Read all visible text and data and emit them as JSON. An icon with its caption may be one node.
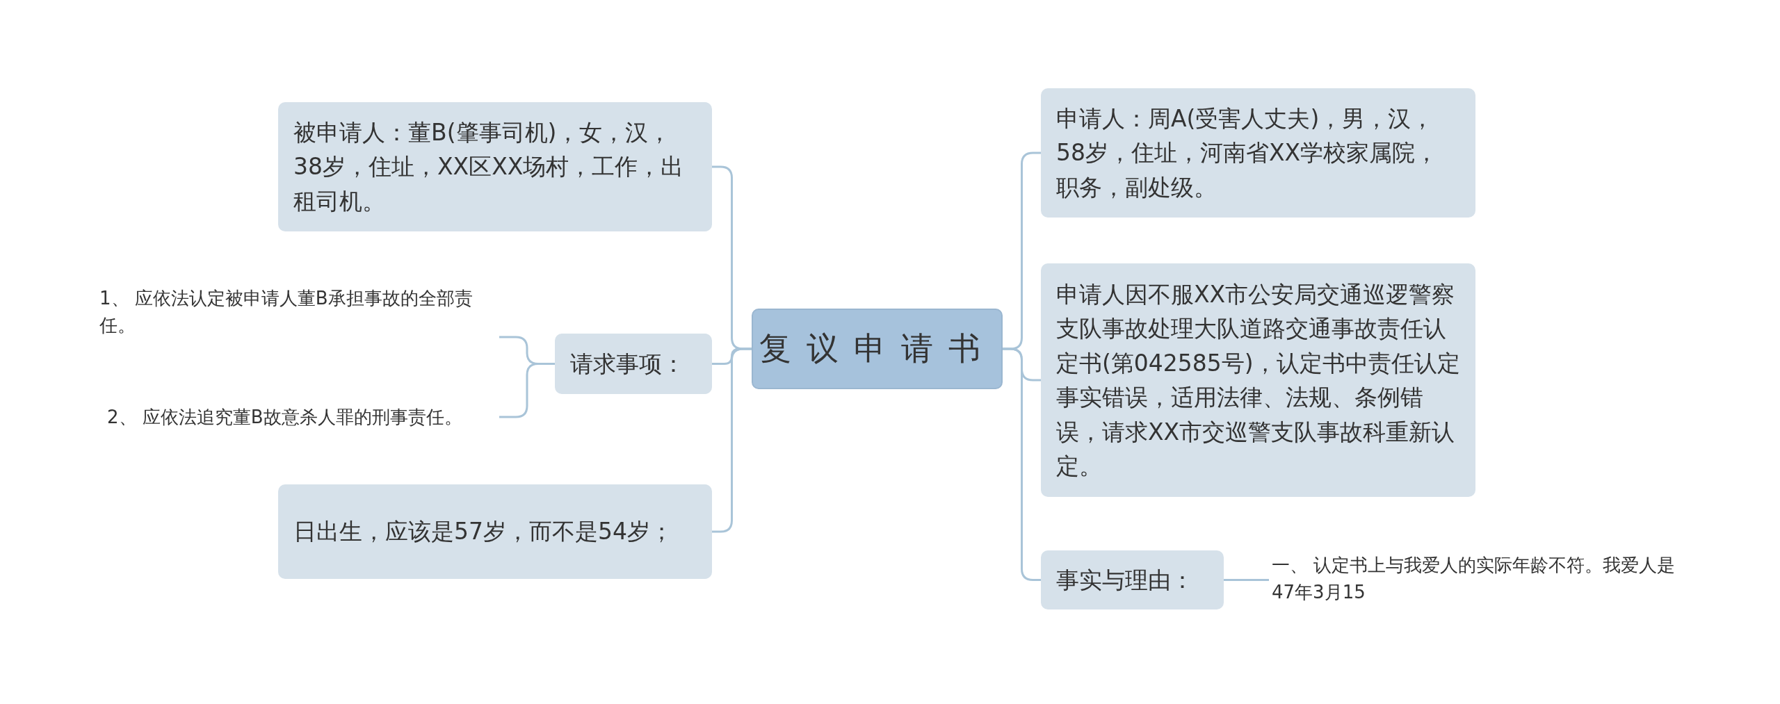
{
  "diagram": {
    "nodes": [
      {
        "text": [
          "复议申请书"
        ]
      },
      {
        "text": [
          "被申请人：董B(肇事司机)，女，汉，38岁，住址，XX区XX场村，工作，出租司机。"
        ]
      },
      {
        "text": [
          "请求事项："
        ]
      },
      {
        "text": [
          "1、 应依法认定被申请人董B承担事故的全部责任。"
        ]
      },
      {
        "text": [
          "2、 应依法追究董B故意杀人罪的刑事责任。"
        ]
      },
      {
        "text": [
          "日出生，应该是57岁，而不是54岁；"
        ]
      },
      {
        "text": [
          "申请人：周A(受害人丈夫)，男，汉，58岁，住址，河南省XX学校家属院，职务，副处级。"
        ]
      },
      {
        "text": [
          "申请人因不服XX市公安局交通巡逻警察支队事故处理大队道路交通事故责任认定书(第042585号)，认定书中责任认定事实错误，适用法律、法规、条例错误，请求XX市交巡警支队事故科重新认定。"
        ]
      },
      {
        "text": [
          "事实与理由："
        ]
      },
      {
        "text": [
          "一、 认定书上与我爱人的实际年龄不符。我爱人是47年3月15"
        ]
      }
    ],
    "edges": [
      {
        "from": 0,
        "to": 1,
        "arrow": "none"
      },
      {
        "from": 0,
        "to": 2,
        "arrow": "none"
      },
      {
        "from": 0,
        "to": 5,
        "arrow": "none"
      },
      {
        "from": 2,
        "to": 3,
        "arrow": "none"
      },
      {
        "from": 2,
        "to": 4,
        "arrow": "none"
      },
      {
        "from": 0,
        "to": 6,
        "arrow": "none"
      },
      {
        "from": 0,
        "to": 7,
        "arrow": "none"
      },
      {
        "from": 0,
        "to": 8,
        "arrow": "none"
      },
      {
        "from": 8,
        "to": 9,
        "arrow": "none"
      }
    ]
  }
}
